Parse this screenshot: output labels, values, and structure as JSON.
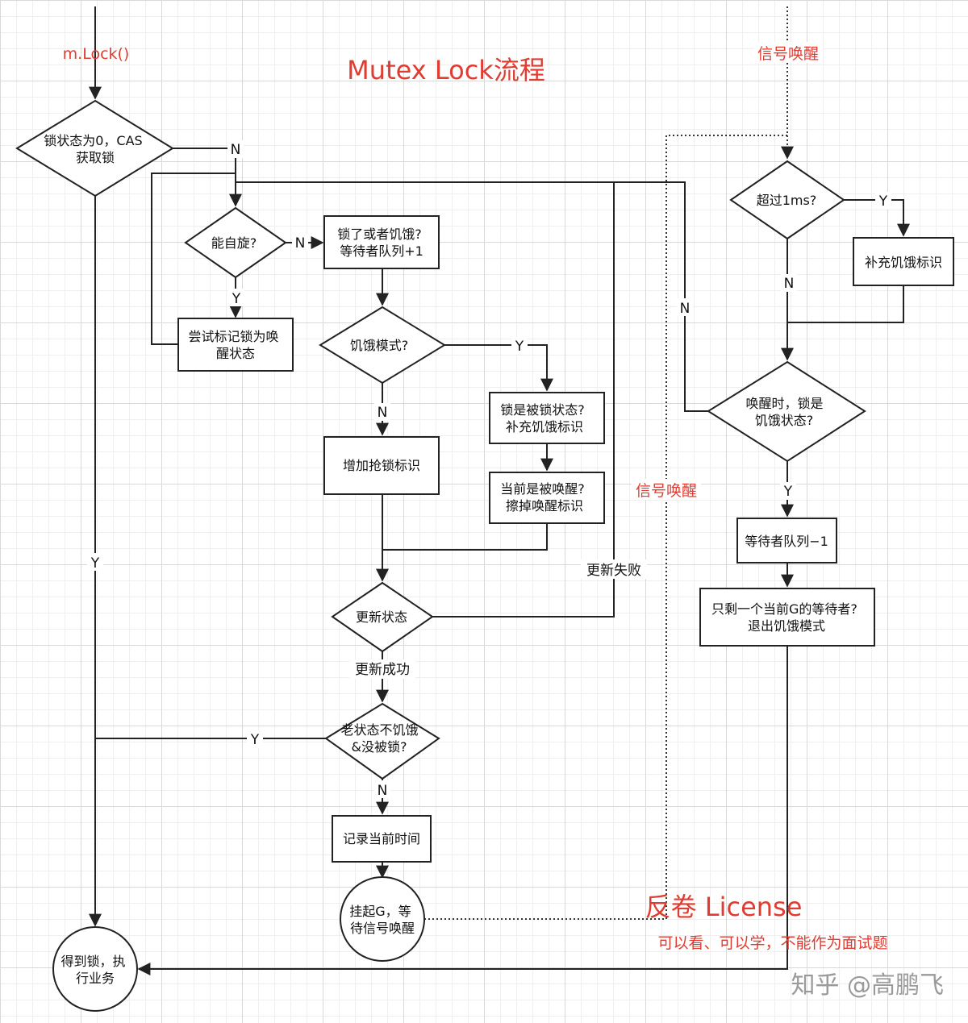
{
  "title": "Mutex Lock流程",
  "labels": {
    "entry": "m.Lock()",
    "signal_top": "信号唤醒",
    "signal_mid": "信号唤醒",
    "license_title": "反卷 License",
    "license_text": "可以看、可以学，不能作为面试题",
    "watermark": "知乎 @高鹏飞"
  },
  "nodes": {
    "cas": [
      "锁状态为0，CAS",
      "获取锁"
    ],
    "spin": [
      "能自旋?"
    ],
    "try_mark": [
      "尝试标记锁为唤",
      "醒状态"
    ],
    "lock_or_starve": [
      "锁了或者饥饿?",
      "等待者队列+1"
    ],
    "starve_mode": [
      "饥饿模式?"
    ],
    "is_locked": [
      "锁是被锁状态?",
      "补充饥饿标识"
    ],
    "is_woken": [
      "当前是被唤醒?",
      "擦掉唤醒标识"
    ],
    "add_grab": [
      "增加抢锁标识"
    ],
    "update_state": [
      "更新状态"
    ],
    "old_state": [
      "老状态不饥饿",
      "&没被锁?"
    ],
    "record_time": [
      "记录当前时间"
    ],
    "park": [
      "挂起G，等",
      "待信号唤醒"
    ],
    "got_lock": [
      "得到锁，执",
      "行业务"
    ],
    "over_1ms": [
      "超过1ms?"
    ],
    "add_starve_flag": [
      "补充饥饿标识"
    ],
    "woken_starving": [
      "唤醒时，锁是",
      "饥饿状态?"
    ],
    "waiters_dec": [
      "等待者队列−1"
    ],
    "only_one": [
      "只剩一个当前G的等待者?",
      "退出饥饿模式"
    ]
  },
  "edge_labels": {
    "yes": "Y",
    "no": "N",
    "update_failed": "更新失败",
    "update_success": "更新成功"
  },
  "colors": {
    "accent_red": "#e03c31",
    "line": "#222222",
    "grid": "#d9d9d9"
  }
}
